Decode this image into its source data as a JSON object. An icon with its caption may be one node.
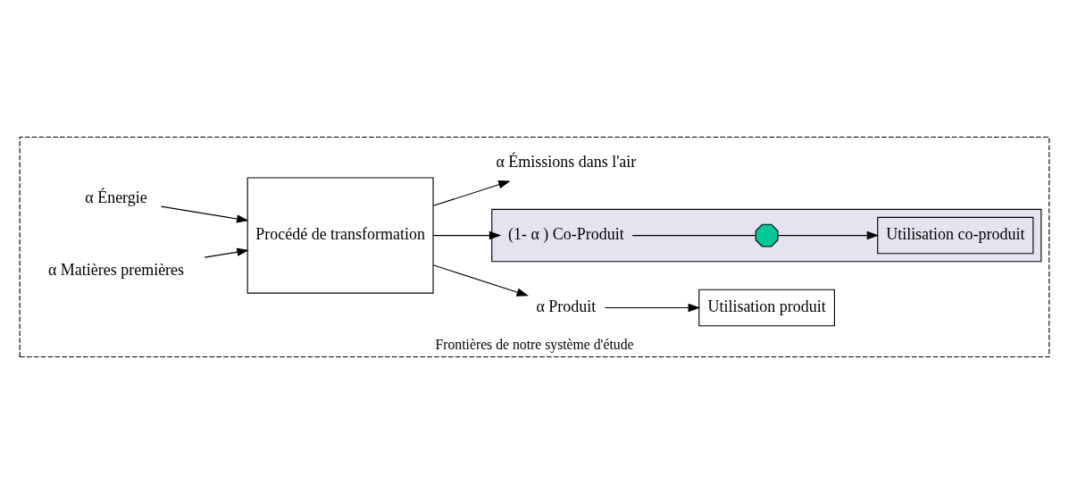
{
  "diagram": {
    "nodes": [
      {
        "text": [
          "Frontières de notre système d'étude"
        ]
      },
      {
        "text": [
          "α Énergie"
        ],
        "in": 0
      },
      {
        "text": [
          "α Matières premières"
        ],
        "in": 0
      },
      {
        "text": [
          "Procédé de transformation"
        ],
        "in": 0
      },
      {
        "text": [
          "α Produit"
        ],
        "in": 0
      },
      {
        "text": [
          "Utilisation produit"
        ],
        "in": 0
      },
      {
        "text": [],
        "shape": "box",
        "in": 0
      },
      {
        "text": [
          "(1- α ) Co-Produit"
        ],
        "in": 6
      },
      {
        "text": [],
        "shape": "octagon",
        "in": 6
      },
      {
        "text": [
          "Utilisation co-produit"
        ],
        "in": 6
      },
      {
        "text": [
          "α Émissions dans l'air"
        ],
        "in": 0
      }
    ],
    "edges": [
      {
        "from": 1,
        "to": 3,
        "arrow": "to"
      },
      {
        "from": 2,
        "to": 3,
        "arrow": "to"
      },
      {
        "from": 3,
        "to": 4,
        "arrow": "to"
      },
      {
        "from": 4,
        "to": 5,
        "arrow": "to"
      },
      {
        "from": 3,
        "to": 7,
        "arrow": "to"
      },
      {
        "from": 7,
        "to": 8,
        "arrow": "none"
      },
      {
        "from": 8,
        "to": 9,
        "arrow": "to"
      },
      {
        "from": 3,
        "to": 10,
        "arrow": "to"
      }
    ]
  }
}
